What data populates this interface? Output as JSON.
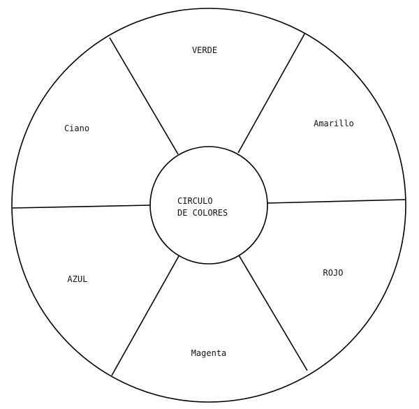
{
  "diagram": {
    "center_label": {
      "line1": "CIRCULO",
      "line2": "DE COLORES"
    },
    "segments": [
      {
        "key": "verde",
        "label": "VERDE"
      },
      {
        "key": "amarillo",
        "label": "Amarillo"
      },
      {
        "key": "rojo",
        "label": "ROJO"
      },
      {
        "key": "magenta",
        "label": "Magenta"
      },
      {
        "key": "azul",
        "label": "AZUL"
      },
      {
        "key": "ciano",
        "label": "Ciano"
      }
    ]
  }
}
